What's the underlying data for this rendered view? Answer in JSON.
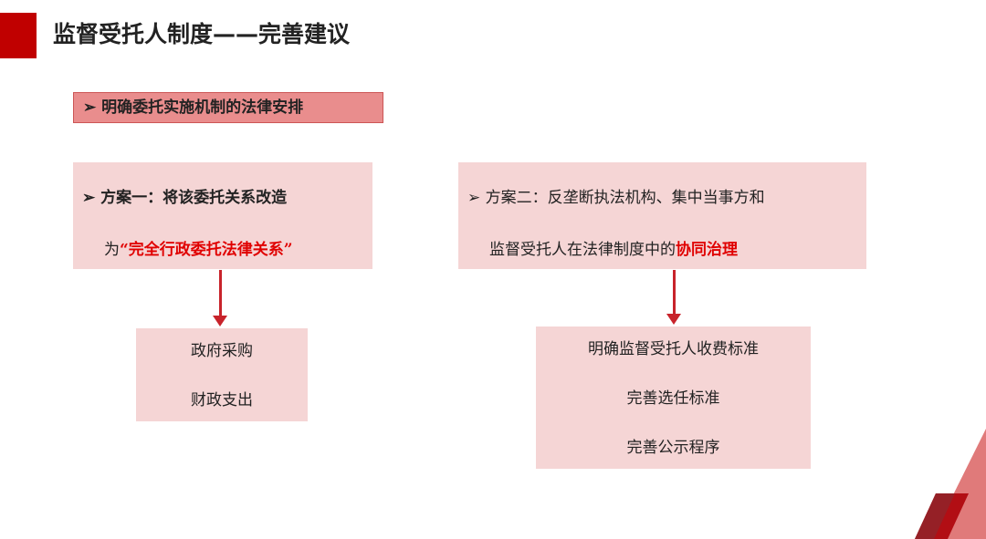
{
  "title": "监督受托人制度——完善建议",
  "section_header": "明确委托实施机制的法律安排",
  "option1": {
    "line1": "方案一：将该委托关系改造",
    "line2_prefix": "为",
    "line2_highlight": "“完全行政委托法律关系”"
  },
  "option2": {
    "line1": "方案二：反垄断执法机构、集中当事方和",
    "line2_prefix": "监督受托人在法律制度中的",
    "line2_highlight": "协同治理"
  },
  "result1": [
    "政府采购",
    "财政支出"
  ],
  "result2": [
    "明确监督受托人收费标准",
    "完善选任标准",
    "完善公示程序"
  ],
  "colors": {
    "accent": "#c00000",
    "box": "#f5d5d5",
    "highlight": "#e00000"
  }
}
